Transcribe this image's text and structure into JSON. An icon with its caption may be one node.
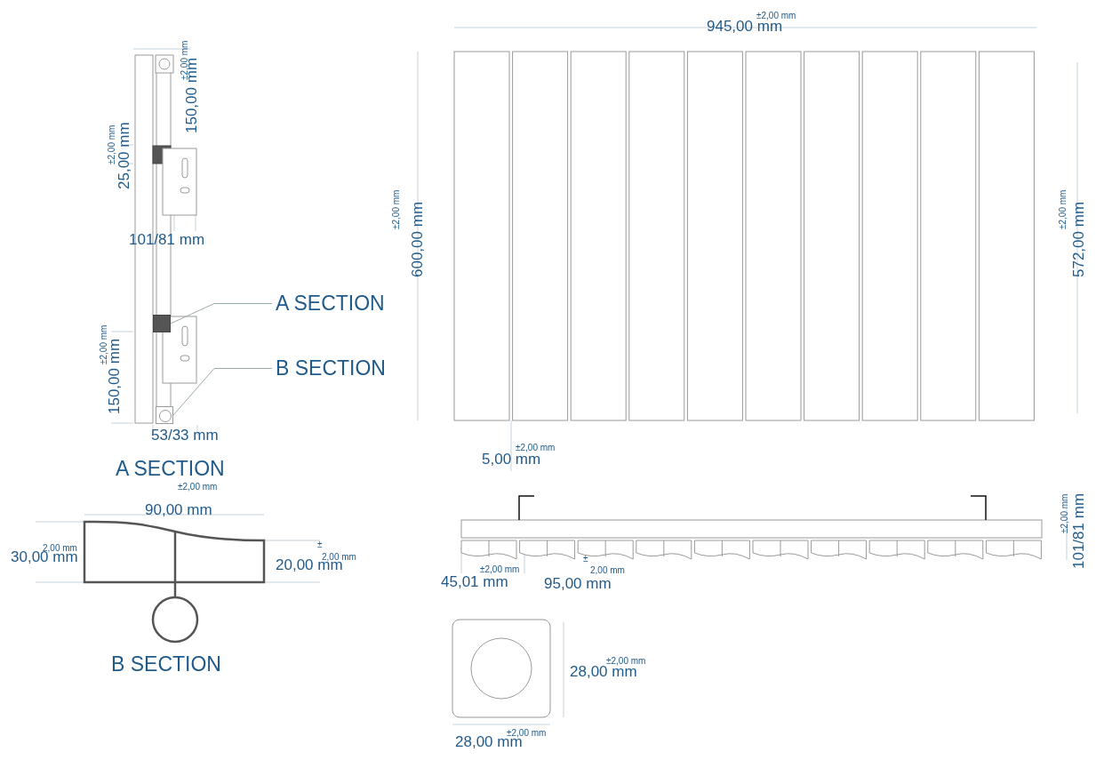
{
  "diagram": {
    "nodes": [
      {
        "text": [
          "A SECTION"
        ]
      },
      {
        "text": [],
        "shape": "box"
      },
      {
        "text": [
          "B SECTION"
        ]
      },
      {
        "text": [],
        "shape": "box"
      }
    ],
    "edges": [
      {
        "from": 0,
        "to": 1,
        "arrow": "none"
      },
      {
        "from": 2,
        "to": 3,
        "arrow": "none"
      }
    ],
    "labels": [
      "±2,00 mm",
      "150,00 mm",
      "±2,00 mm",
      "25,00 mm",
      "101/81 mm",
      "±2,00 mm",
      "150,00 mm",
      "53/33 mm",
      "±2,00 mm",
      "945,00 mm",
      "±2,00 mm",
      "600,00 mm",
      "±2,00 mm",
      "572,00 mm",
      "±2,00 mm",
      "5,00 mm",
      "A SECTION",
      "±2,00 mm",
      "90,00 mm",
      "2,00 mm",
      "30,00 mm",
      "±",
      "2,00 mm",
      "20,00 mm",
      "B SECTION",
      "±2,00 mm",
      "101/81 mm",
      "±2,00 mm",
      "45,01 mm",
      "±",
      "2,00 mm",
      "95,00 mm",
      "±2,00 mm",
      "28,00 mm",
      "±2,00 mm",
      "28,00 mm"
    ]
  }
}
